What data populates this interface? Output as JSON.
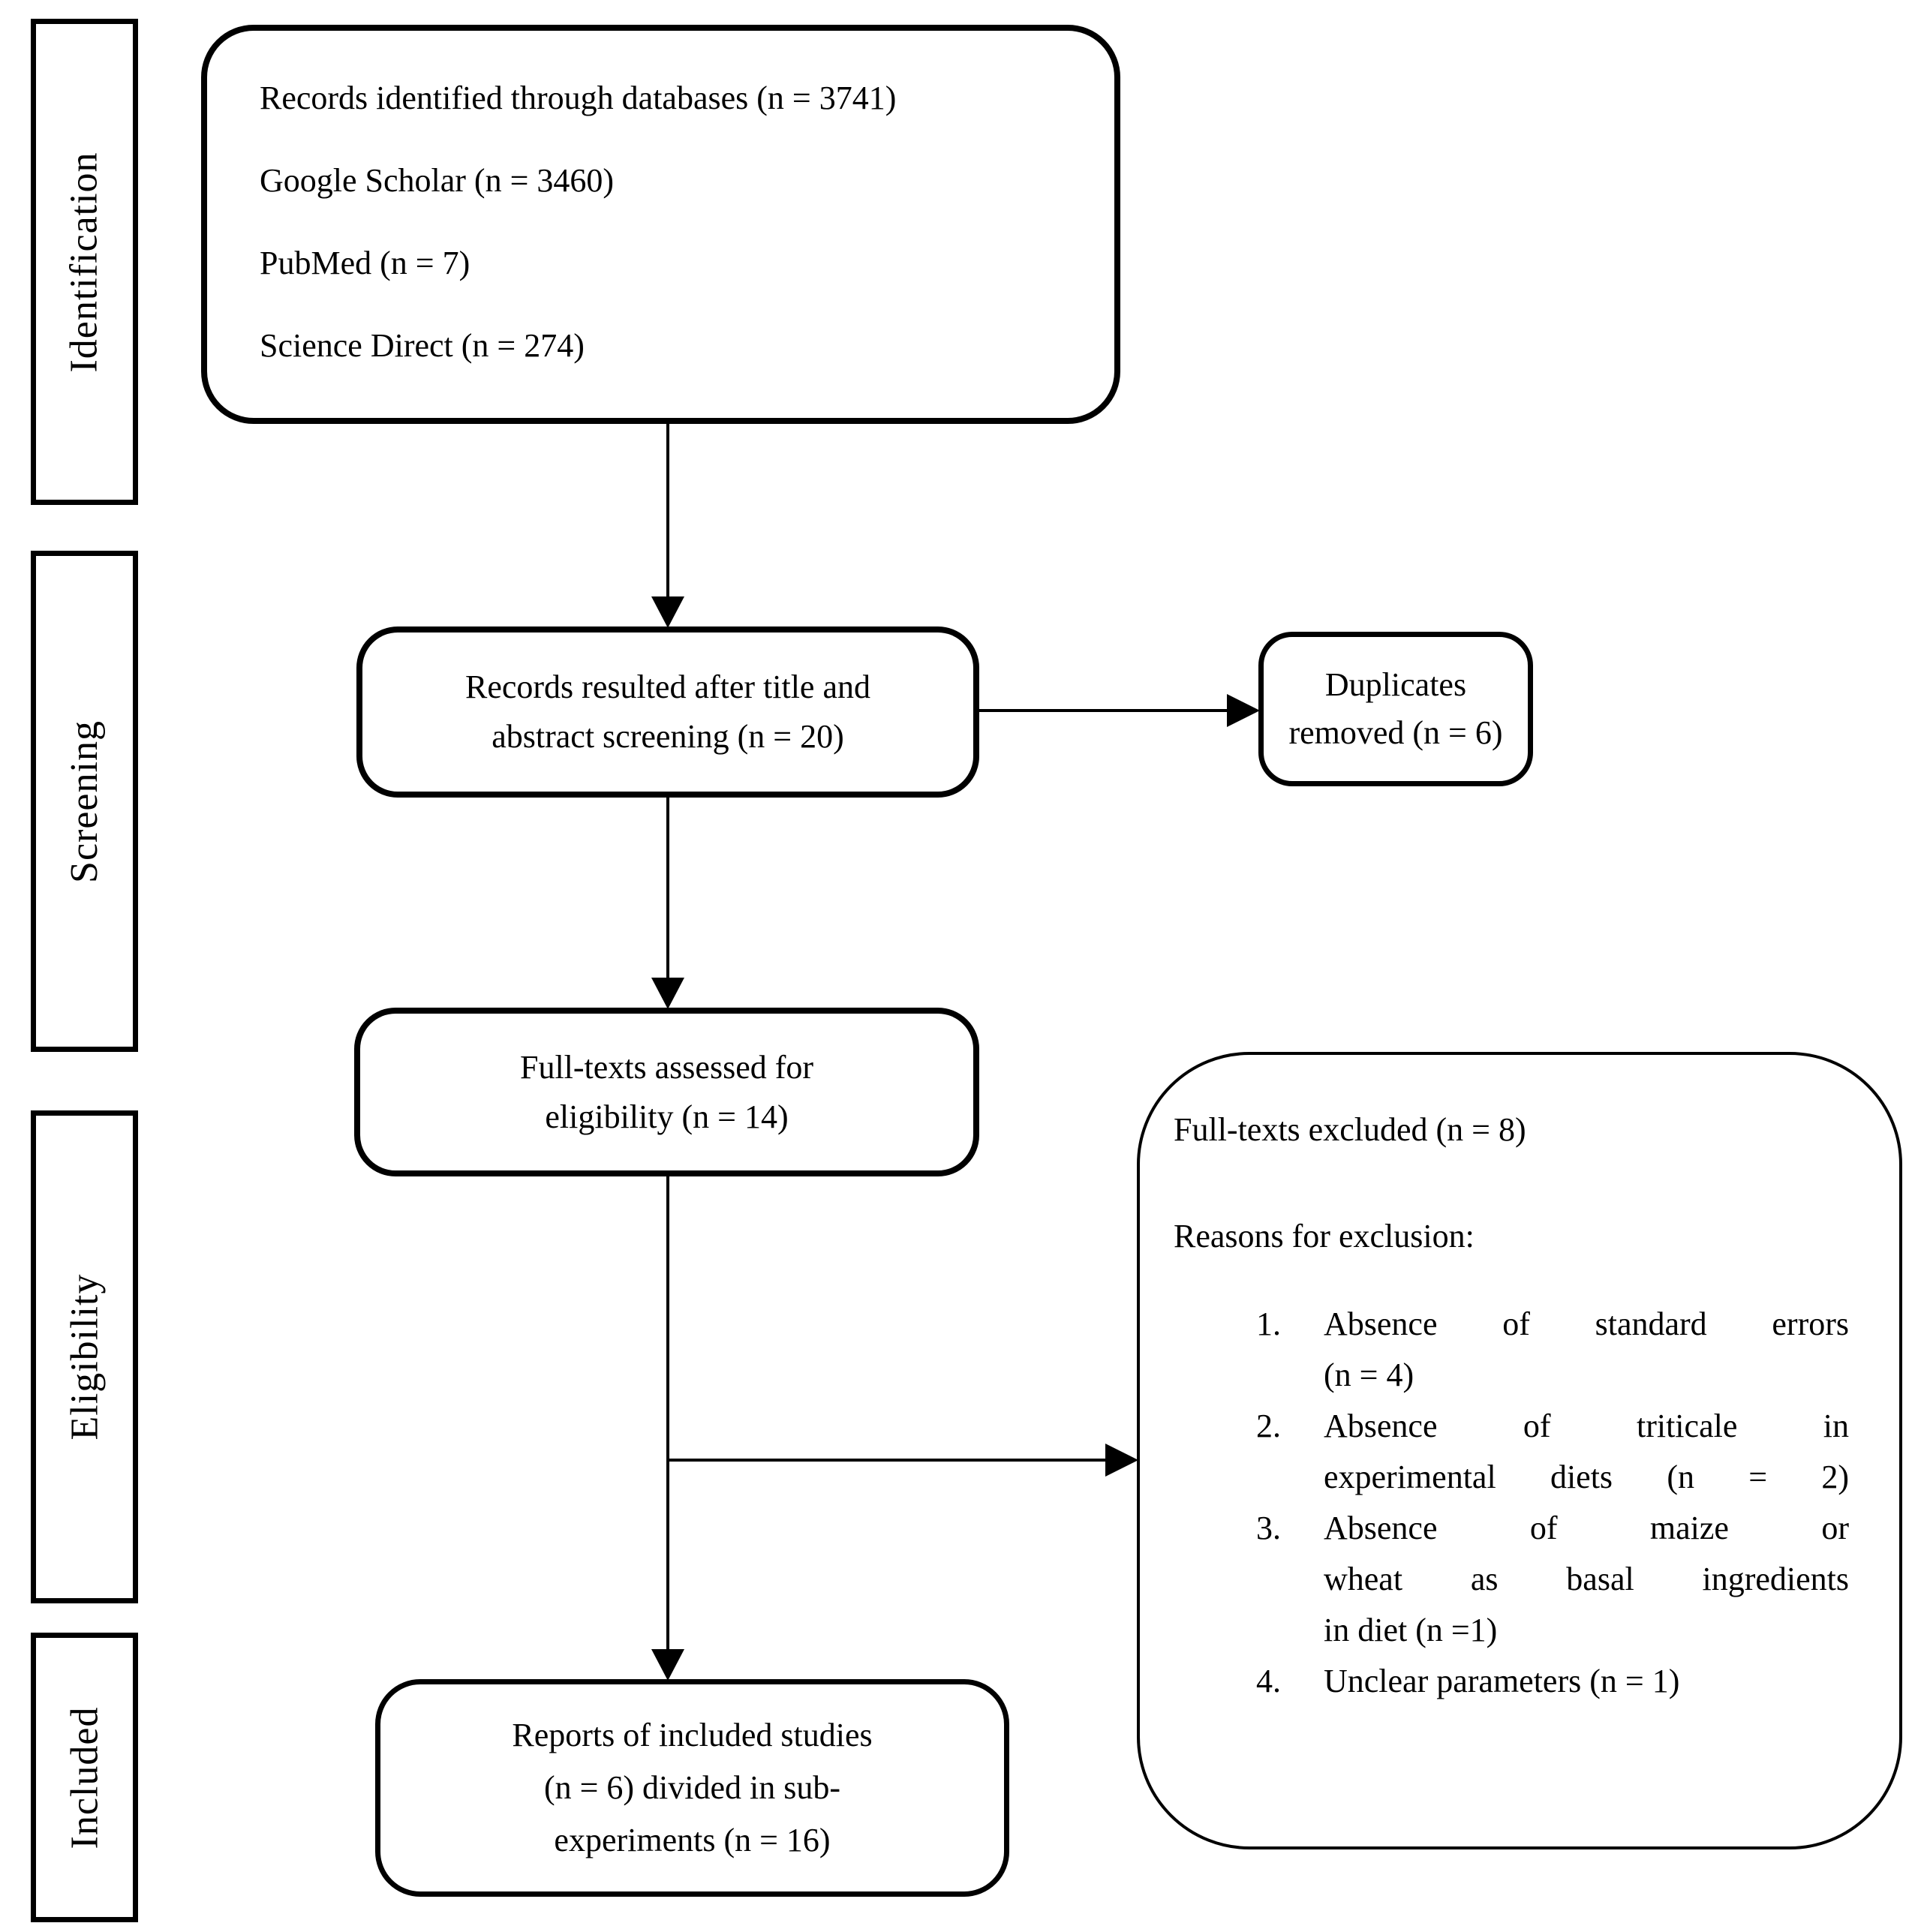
{
  "palette": {
    "ink": "#000000",
    "paper": "#ffffff"
  },
  "sidebar": {
    "stages": [
      {
        "label": "Identification"
      },
      {
        "label": "Screening"
      },
      {
        "label": "Eligibility"
      },
      {
        "label": "Included"
      }
    ]
  },
  "flow": {
    "identified": {
      "lines": [
        "Records identified through databases (n = 3741)",
        "Google Scholar (n = 3460)",
        "PubMed (n = 7)",
        "Science Direct (n = 274)"
      ]
    },
    "screened": {
      "lines": [
        "Records resulted after title and",
        "abstract screening (n = 20)"
      ]
    },
    "duplicates": {
      "lines": [
        "Duplicates",
        "removed (n = 6)"
      ]
    },
    "fulltext": {
      "lines": [
        "Full-texts assessed for",
        "eligibility (n = 14)"
      ]
    },
    "excluded": {
      "title": "Full-texts excluded (n = 8)",
      "subtitle": "Reasons for exclusion:",
      "reasons": [
        {
          "num": "1.",
          "lines": [
            "Absence of standard errors",
            "(n = 4)"
          ]
        },
        {
          "num": "2.",
          "lines": [
            "Absence of triticale in",
            "experimental diets (n = 2)"
          ]
        },
        {
          "num": "3.",
          "lines": [
            "Absence of maize or",
            "wheat as basal ingredients",
            "in diet (n =1)"
          ]
        },
        {
          "num": "4.",
          "lines": [
            "Unclear parameters (n = 1)"
          ]
        }
      ]
    },
    "included": {
      "lines": [
        "Reports of included studies",
        "(n = 6) divided in sub-",
        "experiments (n = 16)"
      ]
    }
  }
}
